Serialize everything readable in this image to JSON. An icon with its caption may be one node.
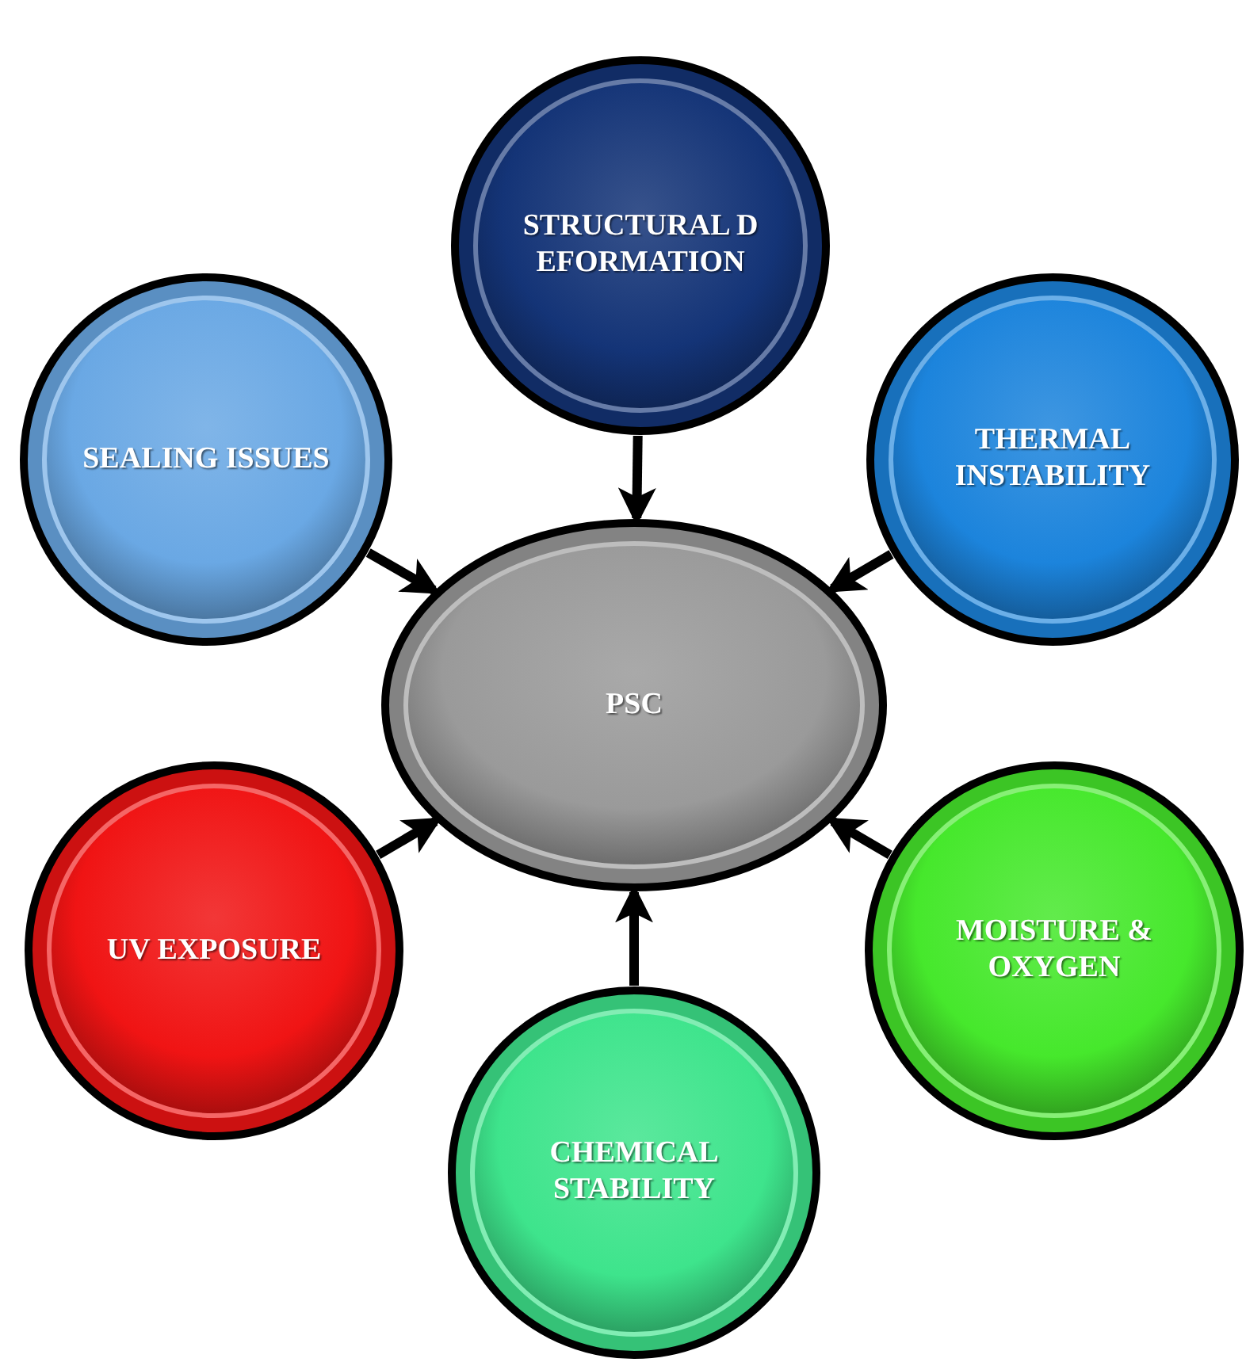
{
  "diagram": {
    "nodes": [
      {
        "text": [
          "STRUCTURAL DEFORMATION"
        ]
      },
      {
        "text": [
          "SEALING ISSUES"
        ]
      },
      {
        "text": [
          "THERMAL INSTABILITY"
        ]
      },
      {
        "text": [
          "PSC"
        ]
      },
      {
        "text": [
          "UV EXPOSURE"
        ]
      },
      {
        "text": [
          "MOISTURE & OXYGEN"
        ]
      },
      {
        "text": [
          "CHEMICAL STABILITY"
        ]
      }
    ],
    "edges": [
      {
        "from": 0,
        "to": 3,
        "arrow": "to"
      },
      {
        "from": 1,
        "to": 3,
        "arrow": "to"
      },
      {
        "from": 2,
        "to": 3,
        "arrow": "to"
      },
      {
        "from": 4,
        "to": 3,
        "arrow": "to"
      },
      {
        "from": 5,
        "to": 3,
        "arrow": "to"
      },
      {
        "from": 6,
        "to": 3,
        "arrow": "to"
      }
    ]
  }
}
